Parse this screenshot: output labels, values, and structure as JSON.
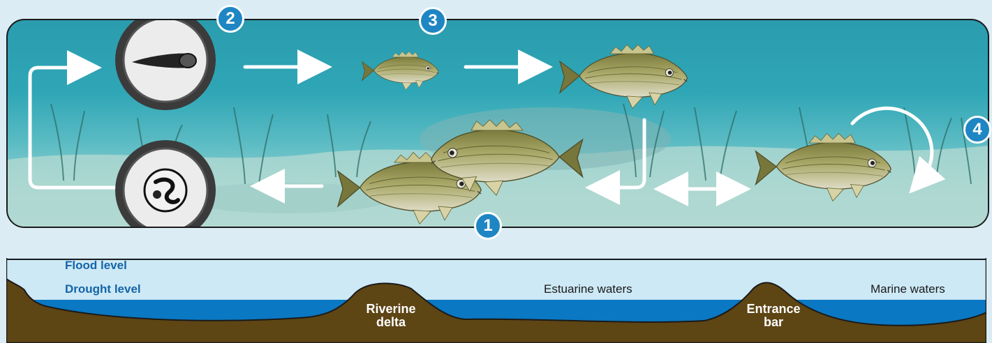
{
  "stages": [
    {
      "number": "1"
    },
    {
      "number": "2"
    },
    {
      "number": "3"
    },
    {
      "number": "4"
    }
  ],
  "levels": {
    "flood": "Flood level",
    "drought": "Drought level"
  },
  "zones": {
    "estuarine": "Estuarine waters",
    "marine": "Marine waters",
    "delta_line1": "Riverine",
    "delta_line2": "delta",
    "bar_line1": "Entrance",
    "bar_line2": "bar"
  },
  "colors": {
    "water_scene": "#2fa6b6",
    "badge": "#1f86c4",
    "flood_band": "#cde9f6",
    "water_blue": "#0a78c2",
    "sediment": "#5e4514"
  }
}
